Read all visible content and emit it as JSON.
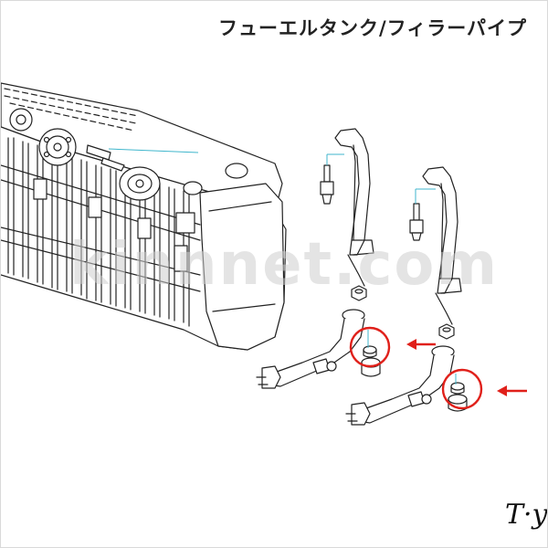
{
  "title": "フューエルタンク/フィラーパイプ",
  "watermark": "kinnnet.com",
  "signature": "T·y",
  "colors": {
    "line": "#222222",
    "callout": "#3fb6cc",
    "highlight": "#e0201a"
  }
}
